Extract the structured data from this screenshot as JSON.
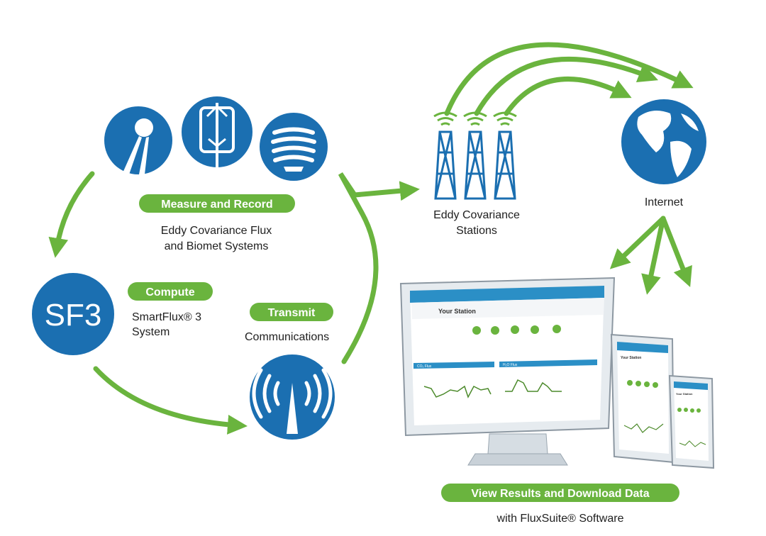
{
  "colors": {
    "blue": "#1b6fb1",
    "green": "#6ab43e",
    "screen_blue": "#2b8fc6"
  },
  "measure": {
    "label": "Measure and Record",
    "line1": "Eddy Covariance Flux",
    "line2": "and Biomet Systems"
  },
  "compute": {
    "label": "Compute",
    "badge": "SF3",
    "line1": "SmartFlux® 3",
    "line2": "System"
  },
  "transmit": {
    "label": "Transmit",
    "line1": "Communications"
  },
  "stations": {
    "line1": "Eddy Covariance",
    "line2": "Stations"
  },
  "internet": {
    "label": "Internet"
  },
  "results": {
    "label": "View Results and Download Data",
    "line1": "with FluxSuite® Software"
  },
  "monitor": {
    "title": "Your Station",
    "panel1": "CO₂ Flux",
    "panel2": "H₂O Flux"
  },
  "tablet": {
    "title": "Your Station"
  },
  "phone": {
    "title": "Your Station"
  }
}
